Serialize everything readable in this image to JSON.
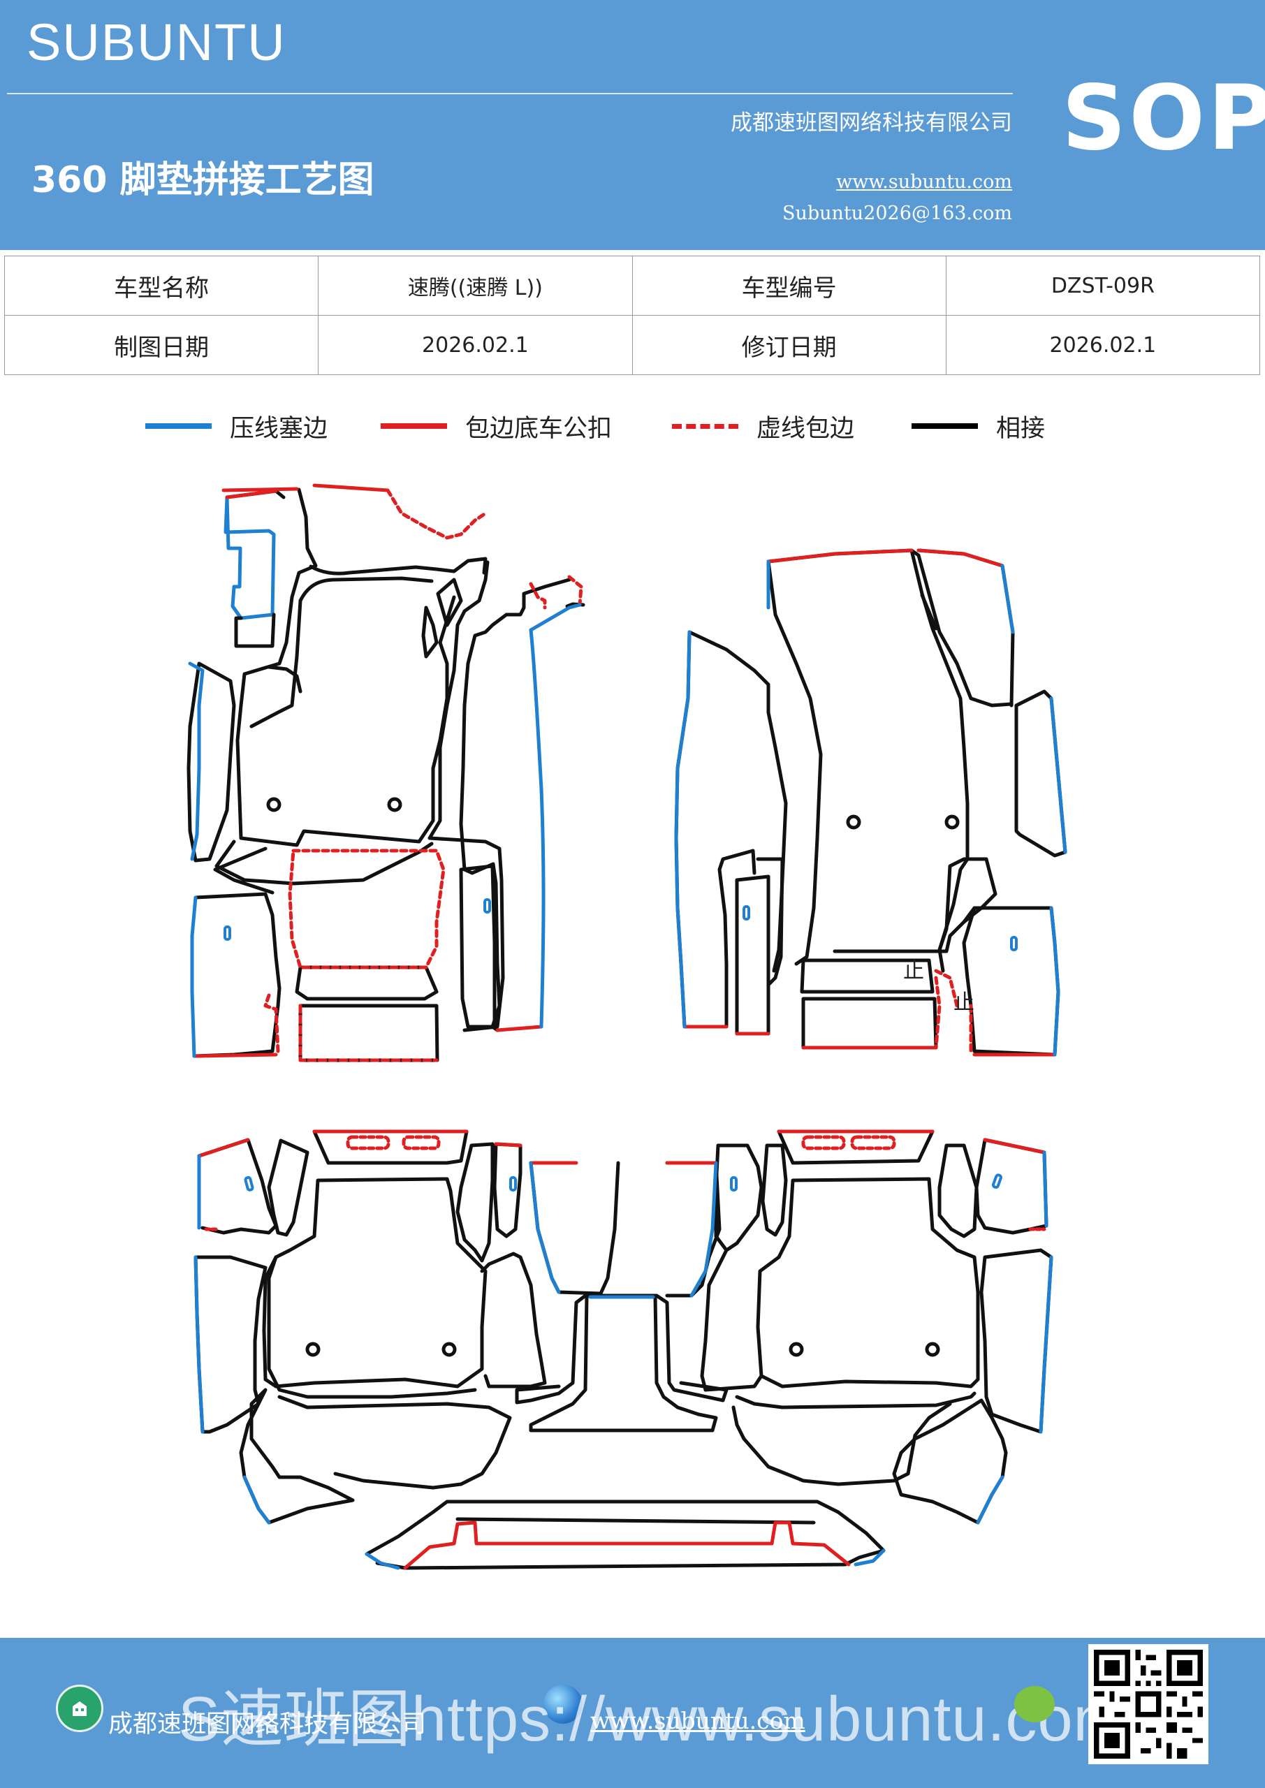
{
  "header": {
    "brand": "SUBUNTU",
    "doc_type": "SOP",
    "company": "成都速班图网络科技有限公司",
    "title": "360 脚垫拼接工艺图",
    "website": "www.subuntu.com",
    "email": "Subuntu2026@163.com"
  },
  "info_table": {
    "row1": [
      "车型名称",
      "速腾((速腾 L))",
      "车型编号",
      "DZST-09R"
    ],
    "row2": [
      "制图日期",
      "2026.02.1",
      "修订日期",
      "2026.02.1"
    ]
  },
  "legend": [
    {
      "label": "压线塞边",
      "color": "#1f7fd0",
      "style": "solid"
    },
    {
      "label": "包边底车公扣",
      "color": "#e02020",
      "style": "solid"
    },
    {
      "label": "虚线包边",
      "color": "#e02020",
      "style": "dashed"
    },
    {
      "label": "相接",
      "color": "#000000",
      "style": "solid"
    }
  ],
  "diagram": {
    "marks": [
      "止",
      "止"
    ]
  },
  "footer": {
    "company": "成都速班图网络科技有限公司",
    "website": "www.subuntu.com",
    "watermark_overlay": "S速班图https://www.subuntu.com"
  },
  "colors": {
    "header_bg": "#5b9bd5",
    "blue_edge": "#1f7fd0",
    "red_edge": "#e02020",
    "outline": "#111111"
  }
}
